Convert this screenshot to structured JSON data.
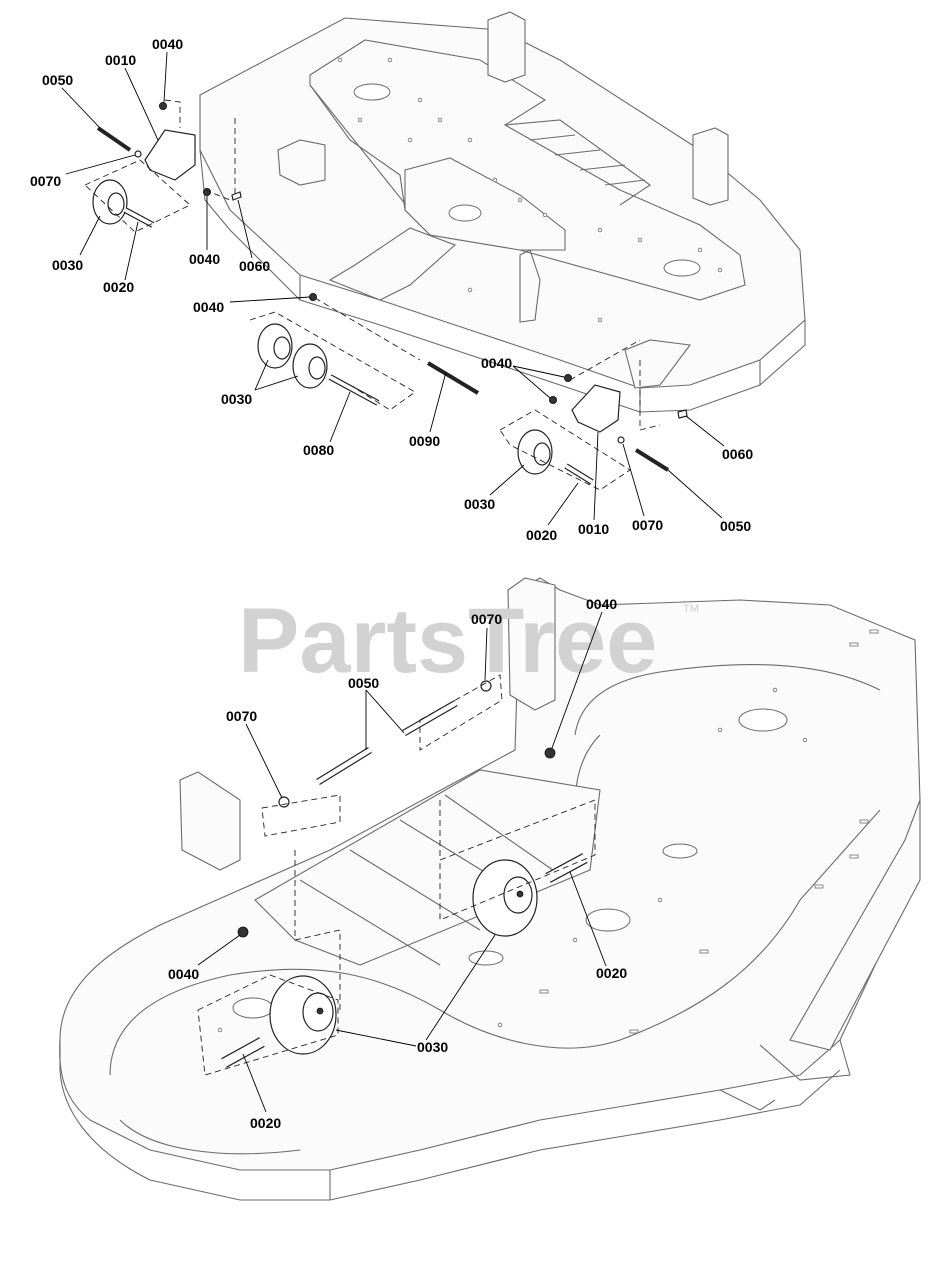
{
  "watermark": {
    "text": "PartsTree",
    "trademark": "TM"
  },
  "upper_view": {
    "callouts": [
      {
        "id": "u-0040-a",
        "label": "0040"
      },
      {
        "id": "u-0010-a",
        "label": "0010"
      },
      {
        "id": "u-0050-a",
        "label": "0050"
      },
      {
        "id": "u-0070-a",
        "label": "0070"
      },
      {
        "id": "u-0030-a",
        "label": "0030"
      },
      {
        "id": "u-0020-a",
        "label": "0020"
      },
      {
        "id": "u-0040-b",
        "label": "0040"
      },
      {
        "id": "u-0060-a",
        "label": "0060"
      },
      {
        "id": "u-0040-c",
        "label": "0040"
      },
      {
        "id": "u-0030-b",
        "label": "0030"
      },
      {
        "id": "u-0080",
        "label": "0080"
      },
      {
        "id": "u-0090",
        "label": "0090"
      },
      {
        "id": "u-0040-d",
        "label": "0040"
      },
      {
        "id": "u-0060-b",
        "label": "0060"
      },
      {
        "id": "u-0030-c",
        "label": "0030"
      },
      {
        "id": "u-0020-b",
        "label": "0020"
      },
      {
        "id": "u-0010-b",
        "label": "0010"
      },
      {
        "id": "u-0070-b",
        "label": "0070"
      },
      {
        "id": "u-0050-b",
        "label": "0050"
      }
    ]
  },
  "lower_view": {
    "callouts": [
      {
        "id": "l-0070-a",
        "label": "0070"
      },
      {
        "id": "l-0040-a",
        "label": "0040"
      },
      {
        "id": "l-0050",
        "label": "0050"
      },
      {
        "id": "l-0070-b",
        "label": "0070"
      },
      {
        "id": "l-0040-b",
        "label": "0040"
      },
      {
        "id": "l-0020-a",
        "label": "0020"
      },
      {
        "id": "l-0030",
        "label": "0030"
      },
      {
        "id": "l-0020-b",
        "label": "0020"
      }
    ]
  }
}
